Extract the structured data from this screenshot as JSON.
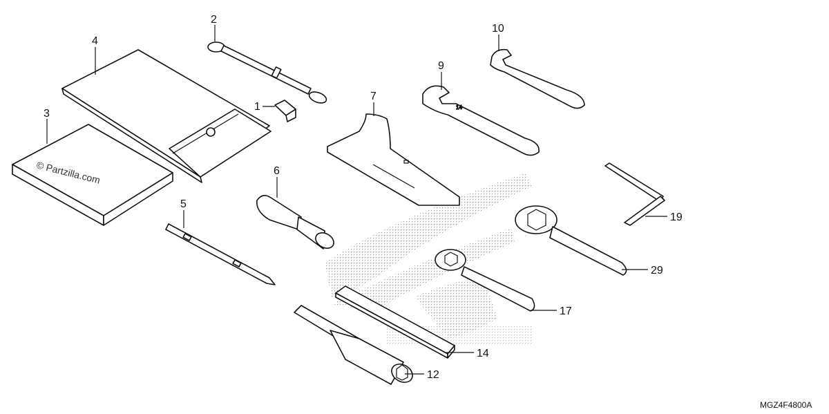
{
  "watermark": "© Partzilla.com",
  "diagram_code": "MGZ4F4800A",
  "callouts": {
    "c1": "1",
    "c2": "2",
    "c3": "3",
    "c4": "4",
    "c5": "5",
    "c6": "6",
    "c7": "7",
    "c9": "9",
    "c10": "10",
    "c12": "12",
    "c14": "14",
    "c17": "17",
    "c19": "19",
    "c29": "29"
  }
}
